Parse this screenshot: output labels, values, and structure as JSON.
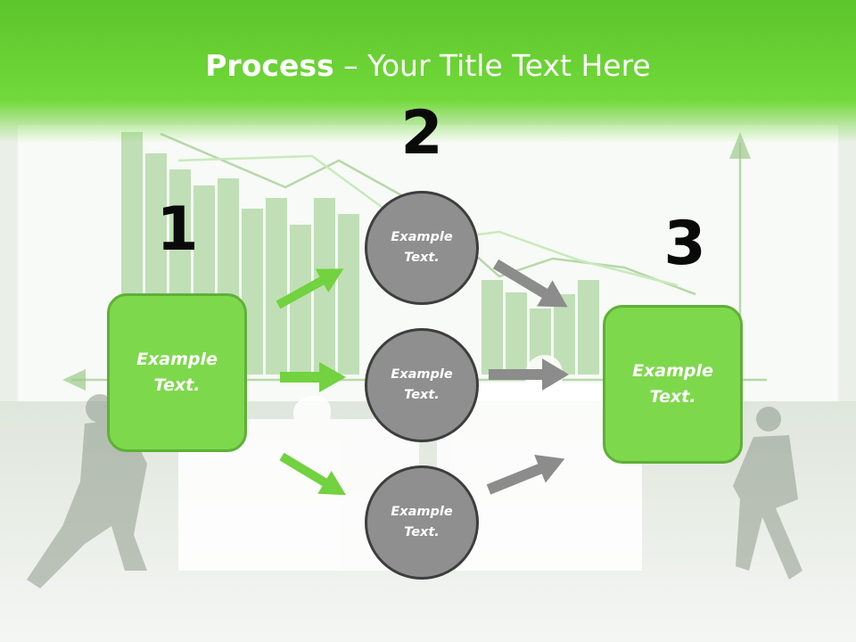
{
  "title": {
    "bold": "Process",
    "dash": " – ",
    "rest": "Your Title Text Here"
  },
  "steps": [
    {
      "number": "1",
      "label": "Example Text."
    },
    {
      "number": "2"
    },
    {
      "number": "3",
      "label": "Example Text."
    }
  ],
  "circles": [
    {
      "label": "Example Text."
    },
    {
      "label": "Example Text."
    },
    {
      "label": "Example Text."
    }
  ],
  "colors": {
    "header_green": "#6ed43a",
    "box_fill": "#7ed84c",
    "box_border": "#5fb037",
    "circle_fill": "#8f8f8f",
    "green_arrow": "#72d23f",
    "gray_arrow": "#8c8c8c"
  }
}
